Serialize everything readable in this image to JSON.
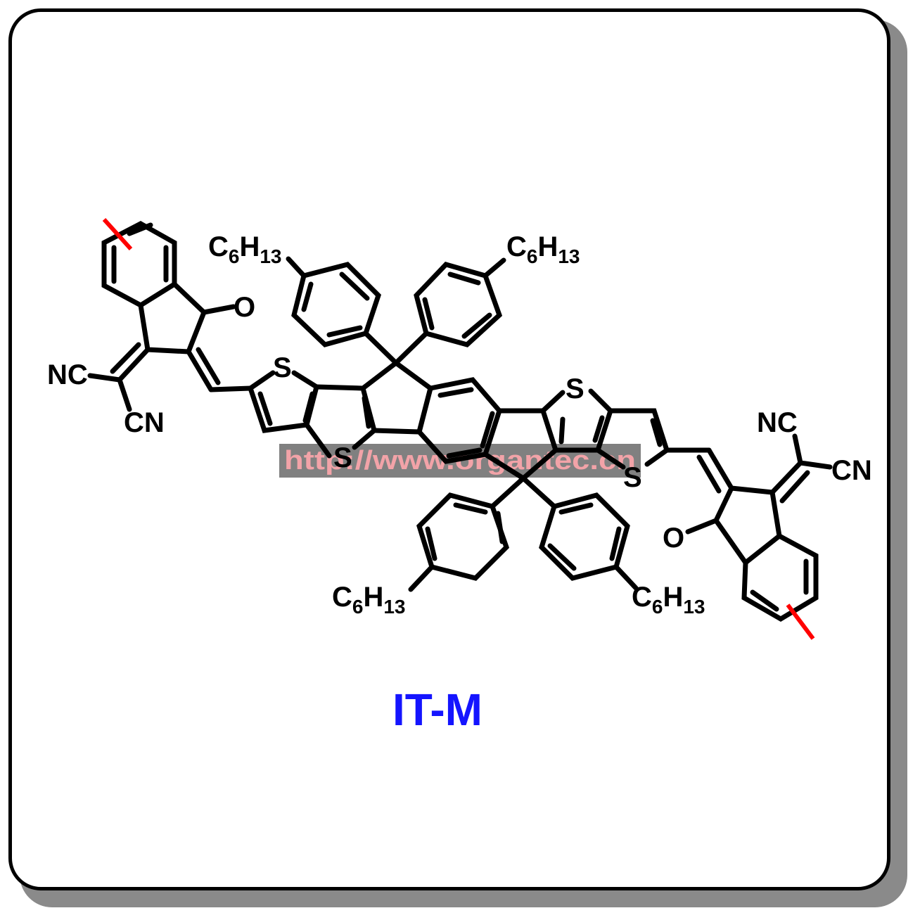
{
  "compound": {
    "name": "IT-M",
    "name_color": "#1414ff"
  },
  "labels": {
    "carbonyl_oxygen": "O",
    "sulfur": "S",
    "nitrile_left_1": "NC",
    "nitrile_left_2": "CN",
    "nitrile_right_1": "NC",
    "nitrile_right_2": "CN",
    "hexyl_main": "C",
    "hexyl_sub1": "6",
    "hexyl_H": "H",
    "hexyl_sub2": "13"
  },
  "watermark": {
    "text": "http://www.organtec.cn",
    "text_color": "#f2a3a8",
    "band_color": "#808080"
  },
  "methyl_mark_color": "#ff0000"
}
